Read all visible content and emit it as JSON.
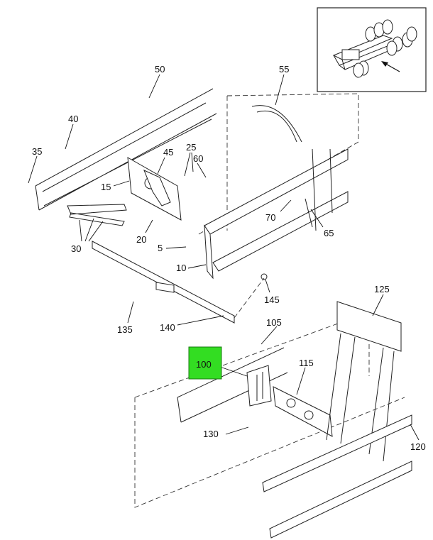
{
  "diagram": {
    "callouts": [
      {
        "id": "c50",
        "text": "50"
      },
      {
        "id": "c55",
        "text": "55"
      },
      {
        "id": "c40",
        "text": "40"
      },
      {
        "id": "c35",
        "text": "35"
      },
      {
        "id": "c45",
        "text": "45"
      },
      {
        "id": "c25",
        "text": "25"
      },
      {
        "id": "c60",
        "text": "60"
      },
      {
        "id": "c15",
        "text": "15"
      },
      {
        "id": "c70",
        "text": "70"
      },
      {
        "id": "c65",
        "text": "65"
      },
      {
        "id": "c30",
        "text": "30"
      },
      {
        "id": "c20",
        "text": "20"
      },
      {
        "id": "c5",
        "text": "5"
      },
      {
        "id": "c10",
        "text": "10"
      },
      {
        "id": "c145",
        "text": "145"
      },
      {
        "id": "c135",
        "text": "135"
      },
      {
        "id": "c140",
        "text": "140"
      },
      {
        "id": "c125",
        "text": "125"
      },
      {
        "id": "c105",
        "text": "105"
      },
      {
        "id": "c100",
        "text": "100"
      },
      {
        "id": "c115",
        "text": "115"
      },
      {
        "id": "c130",
        "text": "130"
      },
      {
        "id": "c120",
        "text": "120"
      }
    ],
    "highlighted_callout": "100",
    "highlight_color": "#33dd22"
  }
}
